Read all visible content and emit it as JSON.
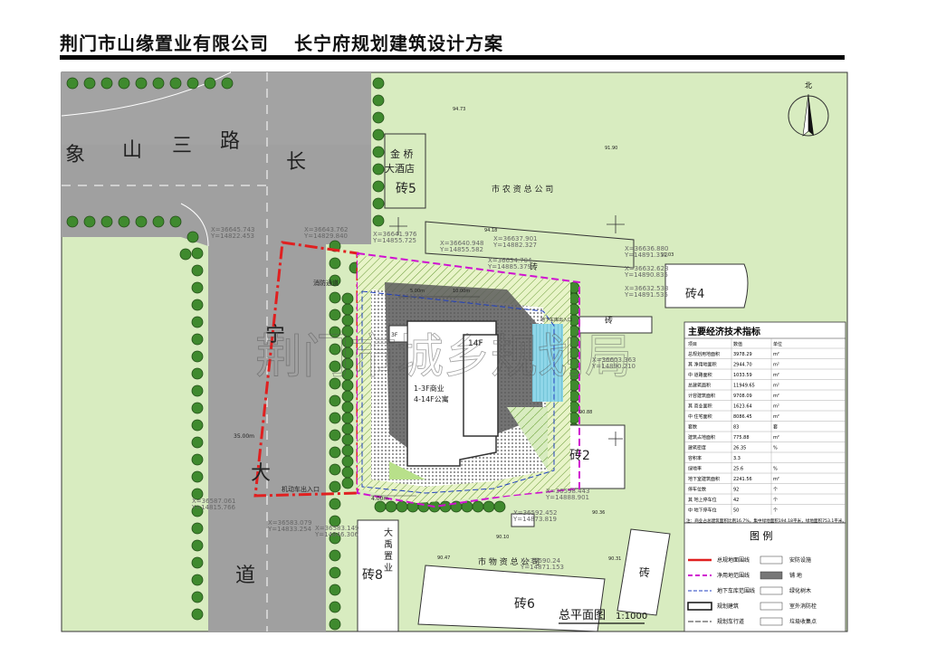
{
  "header": {
    "company": "荆门市山缘置业有限公司",
    "project": "长宁府规划建筑设计方案"
  },
  "roads": {
    "xiangshan": [
      "象",
      "山",
      "三",
      "路"
    ],
    "changning": [
      "长",
      "宁",
      "大",
      "道"
    ]
  },
  "buildings": {
    "jinqiao": [
      "金 桥",
      "大酒店"
    ],
    "zhuan5": "砖5",
    "nongzi": "市 农 资 总 公 司",
    "zhuan4": "砖4",
    "zhuan2": "砖2",
    "zhuan6": "砖6",
    "zhuan8": "砖8",
    "zhuan_se": "砖",
    "zhuan_top": "砖",
    "zhuan_mid": "砖",
    "wuzi": "市 物 资 总 公 司",
    "dayu": [
      "大",
      "禹",
      "置",
      "业"
    ],
    "main_floors": "14F",
    "main_use": [
      "1-3F商业",
      "4-14F公寓"
    ],
    "small_label": "3F"
  },
  "site_labels": {
    "fire_lane": "消防通道",
    "vehicle_entry": "机动车出入口",
    "basement_entry": "地下车库出入口",
    "setback_1": "35.00m",
    "setback_2": "4.00m",
    "setback_3": "5.00m",
    "setback_4": "10.00m"
  },
  "elevations": [
    "94.73",
    "91.90",
    "94.18",
    "91.03",
    "90.88",
    "90.36",
    "90.10",
    "90.47",
    "90.31"
  ],
  "coordinates": [
    [
      "X=36645.743",
      "Y=14822.453"
    ],
    [
      "X=36643.762",
      "Y=14829.840"
    ],
    [
      "X=36641.976",
      "Y=14855.725"
    ],
    [
      "X=36640.948",
      "Y=14855.582"
    ],
    [
      "X=36637.901",
      "Y=14882.327"
    ],
    [
      "X=36634.704",
      "Y=14885.379"
    ],
    [
      "X=36636.880",
      "Y=14891.332"
    ],
    [
      "X=36632.628",
      "Y=14890.835"
    ],
    [
      "X=36632.533",
      "Y=14891.535"
    ],
    [
      "X=36603.363",
      "Y=14890.210"
    ],
    [
      "X=36587.061",
      "Y=14815.766"
    ],
    [
      "X=36583.079",
      "Y=14833.254"
    ],
    [
      "X=36583.149",
      "Y=14846.306"
    ],
    [
      "X=36592.452",
      "Y=14873.819"
    ],
    [
      "X=36598.443",
      "Y=14888.901"
    ],
    [
      "X=36590.24",
      "Y=14871.153"
    ]
  ],
  "watermark": "荆门市城乡规划局",
  "plan_caption": {
    "name": "总平面图",
    "scale": "1:1000"
  },
  "compass_label": "北",
  "tech_table": {
    "title": "主要经济技术指标",
    "headers": [
      "项目",
      "数值",
      "单位"
    ],
    "rows": [
      [
        "总规划用地面积",
        "3978.29",
        "m²"
      ],
      [
        "其 净用地面积",
        "2944.70",
        "m²"
      ],
      [
        "中 道路面积",
        "1033.59",
        "m²"
      ],
      [
        "总建筑面积",
        "11949.65",
        "m²"
      ],
      [
        "计容建筑面积",
        "9708.09",
        "m²"
      ],
      [
        "其 商业面积",
        "1623.64",
        "m²"
      ],
      [
        "中 住宅面积",
        "8086.45",
        "m²"
      ],
      [
        "套数",
        "83",
        "套"
      ],
      [
        "建筑占地面积",
        "775.88",
        "m²"
      ],
      [
        "建筑密度",
        "26.35",
        "%"
      ],
      [
        "容积率",
        "3.3",
        ""
      ],
      [
        "绿地率",
        "25.6",
        "%"
      ],
      [
        "地下室建筑面积",
        "2241.56",
        "m²"
      ],
      [
        "停车位数",
        "92",
        "个"
      ],
      [
        "其 地上停车位",
        "42",
        "个"
      ],
      [
        "中 地下停车位",
        "50",
        "个"
      ]
    ],
    "note": "注：商业占总建筑面积比例16.7%，集中绿地面积194.18平米，绿地面积753.1平米。"
  },
  "legend": {
    "title": "图 例",
    "items": [
      {
        "label": "总规地面围线",
        "right": "安防设施"
      },
      {
        "label": "净用地范围线",
        "right": "铺 地"
      },
      {
        "label": "地下车库范围线",
        "right": "绿化树木"
      },
      {
        "label": "规划建筑",
        "right": "室外消防栓"
      },
      {
        "label": "规划车行道",
        "right": "垃圾收集点"
      }
    ]
  },
  "colors": {
    "site_boundary": "#e02020",
    "net_boundary": "#d010d0",
    "garage_line": "#2040c0",
    "grass": "#d8ecc0",
    "tree": "#3f8a2e"
  }
}
